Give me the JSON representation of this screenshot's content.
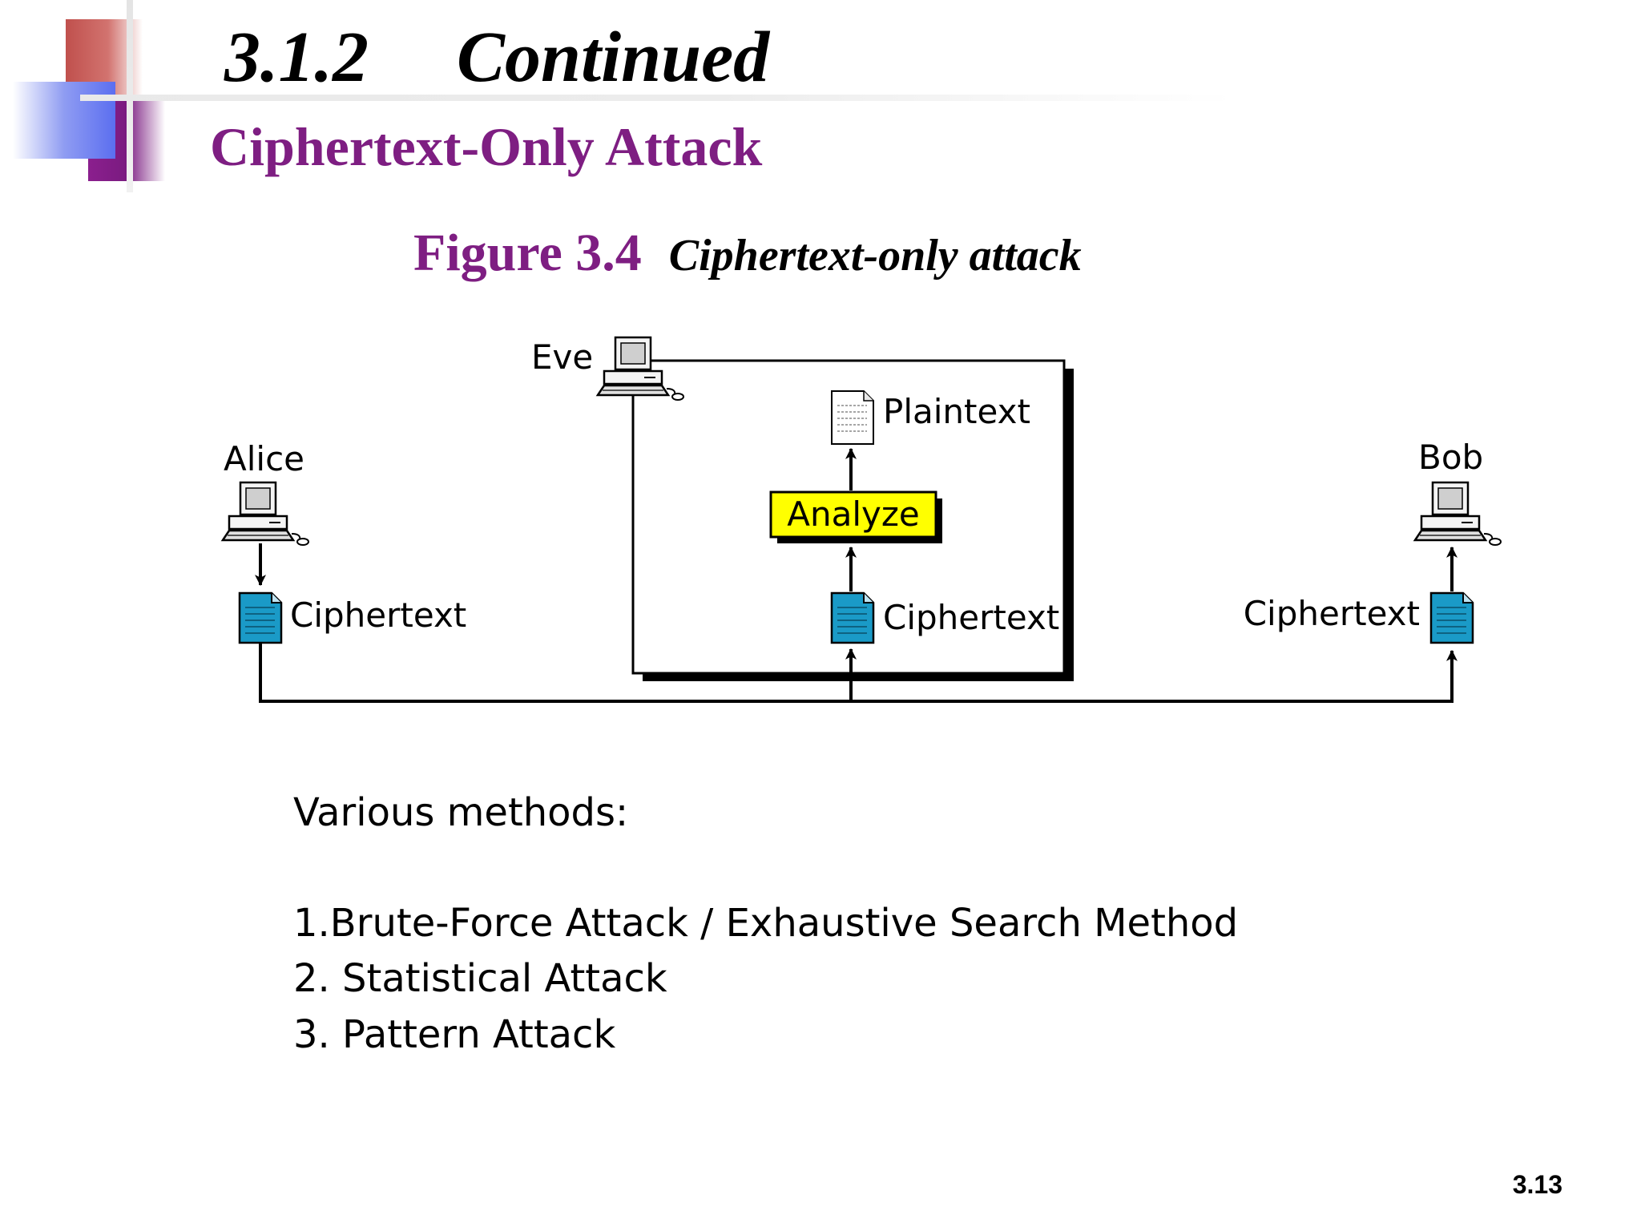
{
  "header": {
    "section_number": "3.1.2",
    "section_title": "Continued",
    "subtitle": "Ciphertext-Only Attack"
  },
  "figure": {
    "number": "Figure 3.4",
    "title": "Ciphertext-only attack"
  },
  "diagram": {
    "nodes": {
      "alice": "Alice",
      "eve": "Eve",
      "bob": "Bob"
    },
    "labels": {
      "alice_ciphertext": "Ciphertext",
      "eve_ciphertext": "Ciphertext",
      "bob_ciphertext": "Ciphertext",
      "plaintext": "Plaintext",
      "analyze": "Analyze"
    },
    "colors": {
      "analyze_box": "#ffff00",
      "cipher_doc": "#1a9ac7",
      "line": "#000000"
    }
  },
  "methods": {
    "intro": "Various methods:",
    "items": [
      "1.Brute-Force Attack / Exhaustive Search Method",
      "2. Statistical Attack",
      "3. Pattern Attack"
    ]
  },
  "slide_number": "3.13"
}
